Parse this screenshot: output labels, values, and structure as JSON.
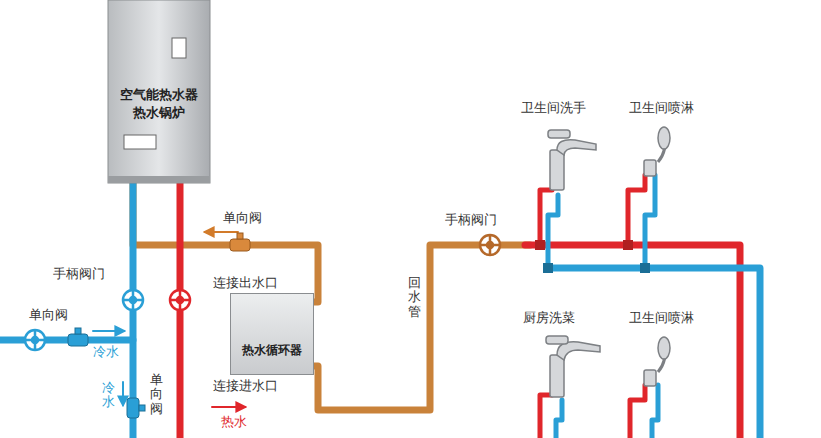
{
  "diagram": {
    "nodes": [
      {
        "text": [
          "空气能热水器 热水锅炉"
        ]
      },
      {
        "text": [
          "热水循环器"
        ]
      }
    ],
    "edges": [
      {
        "from": 1,
        "to": 0,
        "arrow": "none"
      }
    ],
    "labels": [
      "单向阀",
      "手柄阀门",
      "单向阀",
      "冷水",
      "冷水",
      "单向阀",
      "连接出水口",
      "连接进水口",
      "热水",
      "回水管",
      "手柄阀门",
      "卫生间洗手",
      "卫生间喷淋",
      "厨房洗菜",
      "卫生间喷淋"
    ]
  }
}
